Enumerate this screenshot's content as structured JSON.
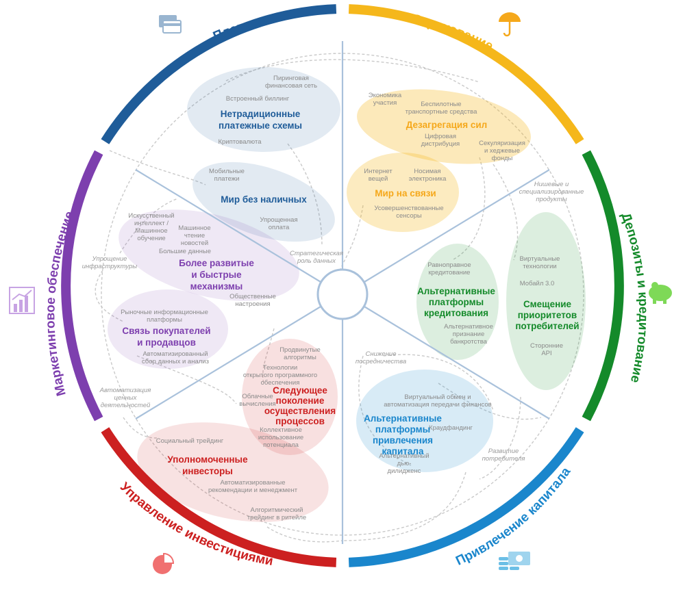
{
  "colors": {
    "payments": "#1f5c99",
    "insurance": "#f5b71b",
    "deposits": "#148a2a",
    "capital": "#1a86cc",
    "investment": "#cc2020",
    "market": "#7d3fae",
    "spoke": "#a9c1db"
  },
  "icons": {
    "payments": "credit-card-icon",
    "insurance": "umbrella-icon",
    "deposits": "piggy-bank-icon",
    "capital": "coins-banknote-icon",
    "investment": "pie-chart-icon",
    "market": "bar-chart-icon"
  },
  "segments": {
    "payments": "Платежи",
    "insurance": "Страхование",
    "deposits": "Депозиты и кредитование",
    "capital": "Привлечение капитала",
    "investment": "Управление инвестициями",
    "market": "Маркетинговое обеспечение"
  },
  "clusters": {
    "alt_payments": {
      "title": [
        "Нетрадиционные",
        "платежные схемы"
      ],
      "items": [
        [
          "Пиринговая",
          "финансовая сеть"
        ],
        [
          "Встроенный биллинг"
        ],
        [
          "Криптовалюта"
        ]
      ]
    },
    "cashless": {
      "title": [
        "Мир без наличных"
      ],
      "items": [
        [
          "Мобильные",
          "платежи"
        ],
        [
          "Упрощенная",
          "оплата"
        ]
      ]
    },
    "disaggregation": {
      "title": [
        "Дезагрегация сил"
      ],
      "items": [
        [
          "Экономика",
          "участия"
        ],
        [
          "Беспилотные",
          "транспортные средства"
        ],
        [
          "Цифровая",
          "дистрибуция"
        ],
        [
          "Секуляризация",
          "и хеджевые",
          "фонды"
        ]
      ]
    },
    "connected": {
      "title": [
        "Мир на связи"
      ],
      "items": [
        [
          "Интернет",
          "вещей"
        ],
        [
          "Носимая",
          "электроника"
        ],
        [
          "Усовершенствованные",
          "сенсоры"
        ]
      ]
    },
    "alt_lending": {
      "title": [
        "Альтернативные",
        "платформы",
        "кредитования"
      ],
      "items": [
        [
          "Равноправное",
          "кредитование"
        ],
        [
          "Альтернативное",
          "признание",
          "банкротства"
        ]
      ]
    },
    "preferences": {
      "title": [
        "Смещение",
        "приоритетов",
        "потребителей"
      ],
      "items": [
        [
          "Виртуальные",
          "технологии"
        ],
        [
          "Мобайл 3.0"
        ],
        [
          "Сторонние",
          "API"
        ]
      ]
    },
    "alt_capital": {
      "title": [
        "Альтернативные",
        "платформы",
        "привлечения",
        "капитала"
      ],
      "items": [
        [
          "Виртуальный обмен и",
          "автоматизация передачи финансов"
        ],
        [
          "Краудфандинг"
        ],
        [
          "Альтернативный",
          "дью-",
          "дилидженс"
        ]
      ]
    },
    "investors": {
      "title": [
        "Уполномоченные",
        "инвесторы"
      ],
      "items": [
        [
          "Социальный трейдинг"
        ],
        [
          "Автоматизированные",
          "рекомендации и менеджмент"
        ],
        [
          "Алгоритмический",
          "трейдинг в ритейле"
        ]
      ]
    },
    "next_gen": {
      "title": [
        "Следующее",
        "поколение",
        "осуществления",
        "процессов"
      ],
      "items": [
        [
          "Продвинутые",
          "алгоритмы"
        ],
        [
          "Технологии",
          "открытого программного",
          "обеспечения"
        ],
        [
          "Облачные",
          "вычисления"
        ],
        [
          "Коллективное",
          "использование",
          "потенциала"
        ]
      ]
    },
    "buyers": {
      "title": [
        "Связь покупателей",
        "и продавцов"
      ],
      "items": [
        [
          "Рыночные информационные",
          "платформы"
        ],
        [
          "Автоматизированный",
          "сбор данных и анализ"
        ]
      ]
    },
    "smarter": {
      "title": [
        "Более развитые",
        "и быстрые",
        "механизмы"
      ],
      "items": [
        [
          "Искусственный",
          "интеллект /",
          "Машинное",
          "обучение"
        ],
        [
          "Машинное",
          "чтение",
          "новостей"
        ],
        [
          "Большие данные"
        ],
        [
          "Общественные",
          "настроения"
        ]
      ]
    }
  },
  "notes": {
    "strategic": [
      "Стратегическая",
      "роль данных"
    ],
    "infra": [
      "Упрощение",
      "инфраструктуры"
    ],
    "niche": [
      "Нишевые и",
      "специализированные",
      "продукты"
    ],
    "intermediation": [
      "Снижение",
      "посредничества"
    ],
    "automation": [
      "Автоматизация",
      "ценных",
      "деятельностей"
    ],
    "development": [
      "Развитие",
      "потребителя"
    ]
  }
}
